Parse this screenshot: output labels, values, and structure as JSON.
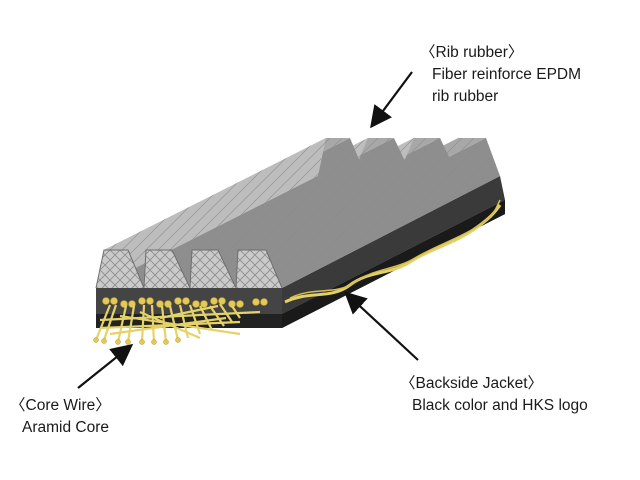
{
  "labels": {
    "rib": {
      "heading": "〈Rib rubber〉",
      "line1": "Fiber reinforce EPDM",
      "line2": "rib rubber"
    },
    "core": {
      "heading": "〈Core Wire〉",
      "line1": "Aramid Core"
    },
    "jacket": {
      "heading": "〈Backside Jacket〉",
      "line1": "Black color and HKS logo"
    }
  },
  "colors": {
    "rib_top": "#9c9c9c",
    "rib_side": "#b8b8b8",
    "rib_front": "#c9c9c9",
    "core_layer": "#3e3e3e",
    "jacket": "#2a2a2a",
    "aramid": "#e6d56a",
    "arrow": "#111111"
  }
}
